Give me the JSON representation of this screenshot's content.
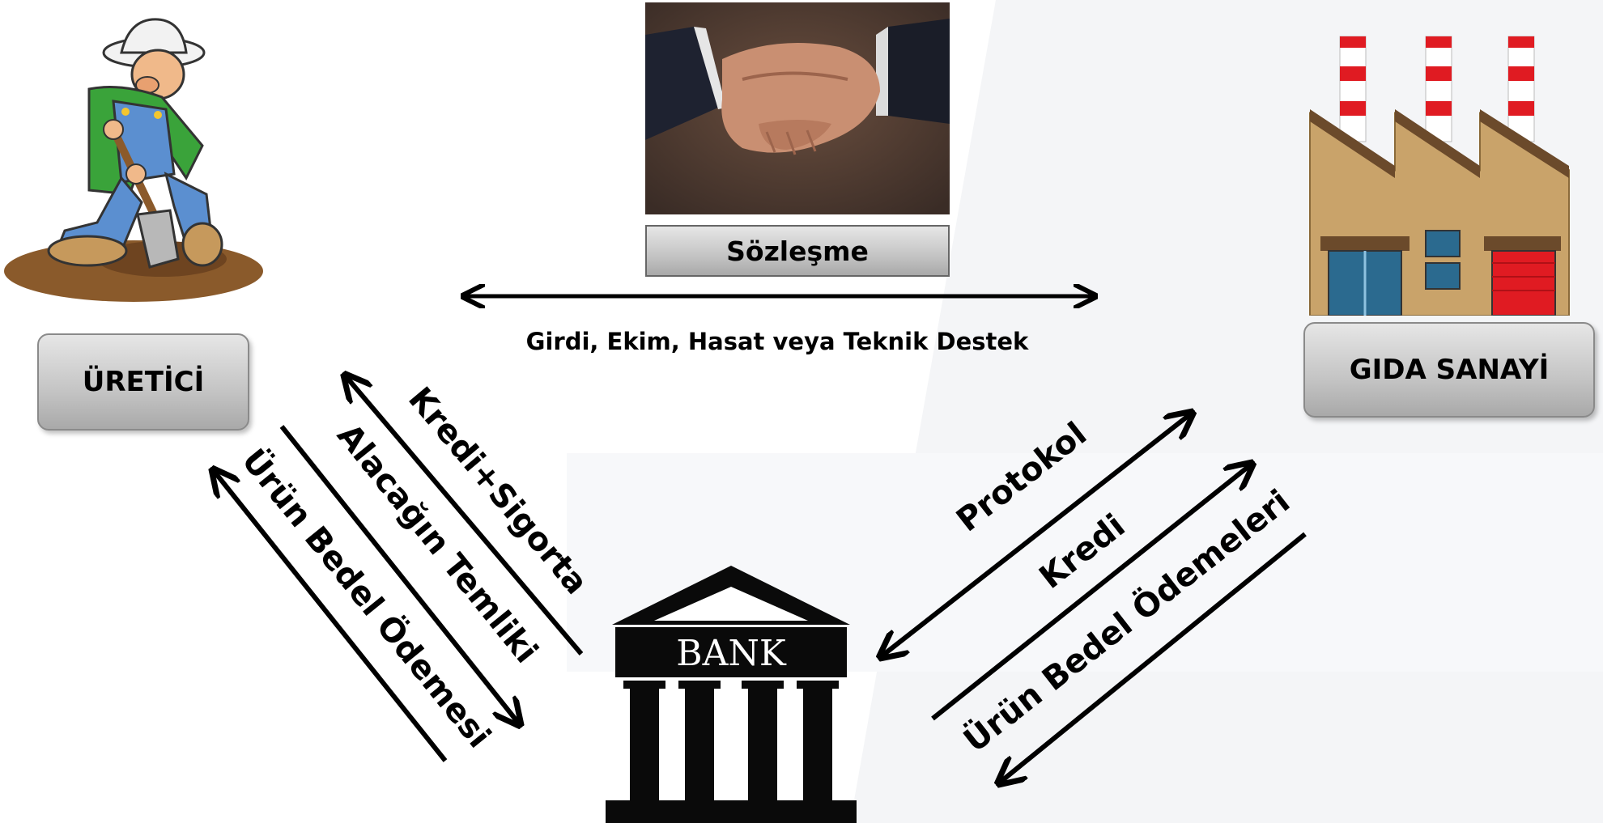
{
  "nodes": {
    "producer": {
      "label": "ÜRETİCİ",
      "icon": "farmer-icon"
    },
    "industry": {
      "label": "GIDA SANAYİ",
      "icon": "factory-icon"
    },
    "contract": {
      "label": "Sözleşme",
      "icon": "handshake-icon"
    },
    "bank": {
      "label": "BANK",
      "icon": "bank-icon"
    }
  },
  "flows": {
    "contract_support": "Girdi, Ekim, Hasat veya Teknik Destek",
    "credit_insurance": "Kredi+Sigorta",
    "receivable_assignment": "Alacağın Temliki",
    "product_payment_to_producer": "Ürün Bedel Ödemesi",
    "protocol": "Protokol",
    "credit_to_industry": "Kredi",
    "product_payments_from_industry": "Ürün Bedel Ödemeleri"
  },
  "colors": {
    "arrow": "#000000",
    "box_fill": "#c8c8c8",
    "factory_wall": "#c9a36a",
    "factory_roof": "#6b4a2b",
    "chimney_red": "#e01b22",
    "door_red": "#e01b22",
    "farmer_shirt": "#3aa33a",
    "farmer_overalls": "#5b8fd0"
  }
}
